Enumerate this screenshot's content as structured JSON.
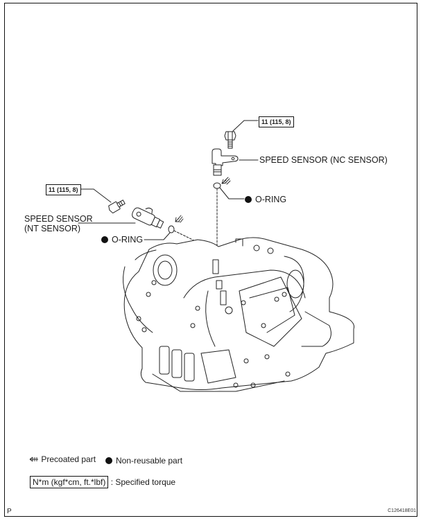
{
  "diagram": {
    "parts": {
      "nc_bolt_torque": "11 (115, 8)",
      "nc_sensor_label": "SPEED SENSOR (NC SENSOR)",
      "nc_oring_label": "O-RING",
      "nt_bolt_torque": "11 (115, 8)",
      "nt_sensor_label_line1": "SPEED SENSOR",
      "nt_sensor_label_line2": "(NT SENSOR)",
      "nt_oring_label": "O-RING"
    },
    "legend": {
      "precoated": "Precoated part",
      "non_reusable": "Non-reusable part",
      "torque_unit": "N*m (kgf*cm, ft.*lbf)",
      "torque_desc": ": Specified torque"
    },
    "footer": {
      "page_marker": "P",
      "figure_code": "C126418E01"
    }
  }
}
